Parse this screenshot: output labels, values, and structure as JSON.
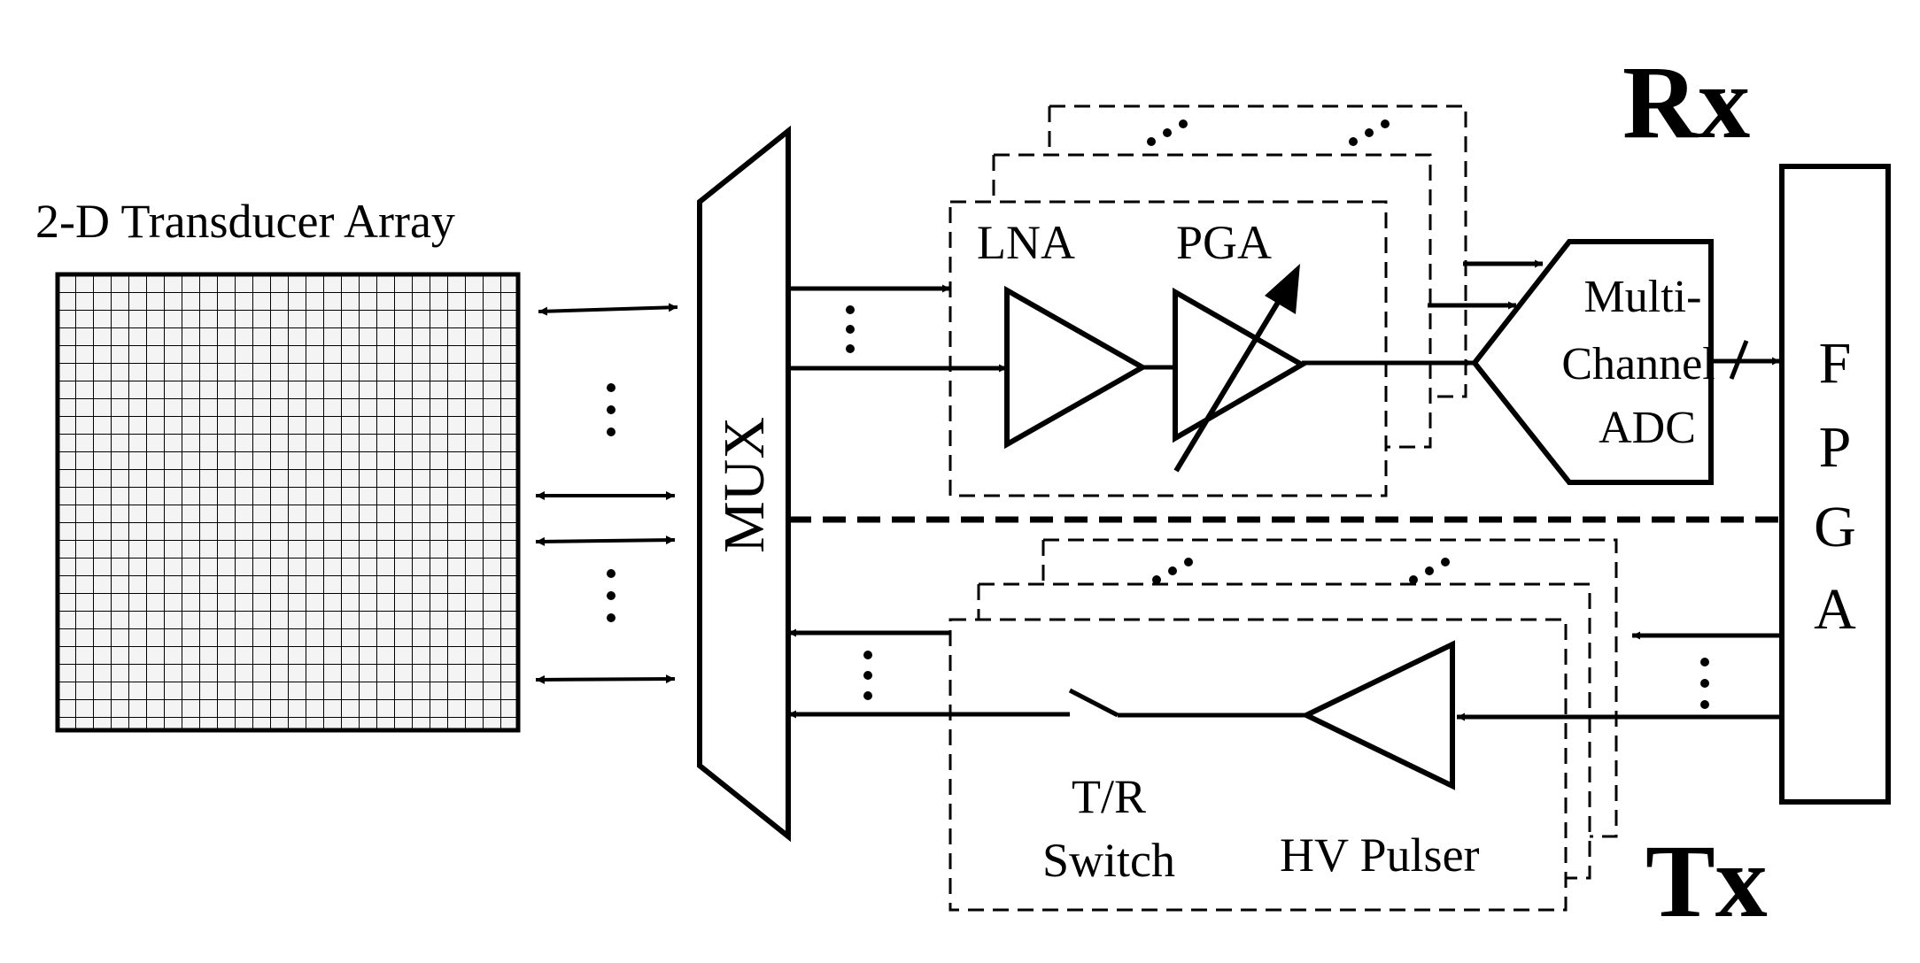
{
  "labels": {
    "array_title": "2-D Transducer Array",
    "mux": "MUX",
    "lna": "LNA",
    "pga": "PGA",
    "adc_line1": "Multi-",
    "adc_line2": "Channel",
    "adc_line3": "ADC",
    "fpga_f": "F",
    "fpga_p": "P",
    "fpga_g": "G",
    "fpga_a": "A",
    "tr_line1": "T/R",
    "tr_line2": "Switch",
    "hv_pulser": "HV Pulser",
    "rx": "Rx",
    "tx": "Tx"
  },
  "colors": {
    "stroke": "#000000",
    "background": "#ffffff"
  }
}
